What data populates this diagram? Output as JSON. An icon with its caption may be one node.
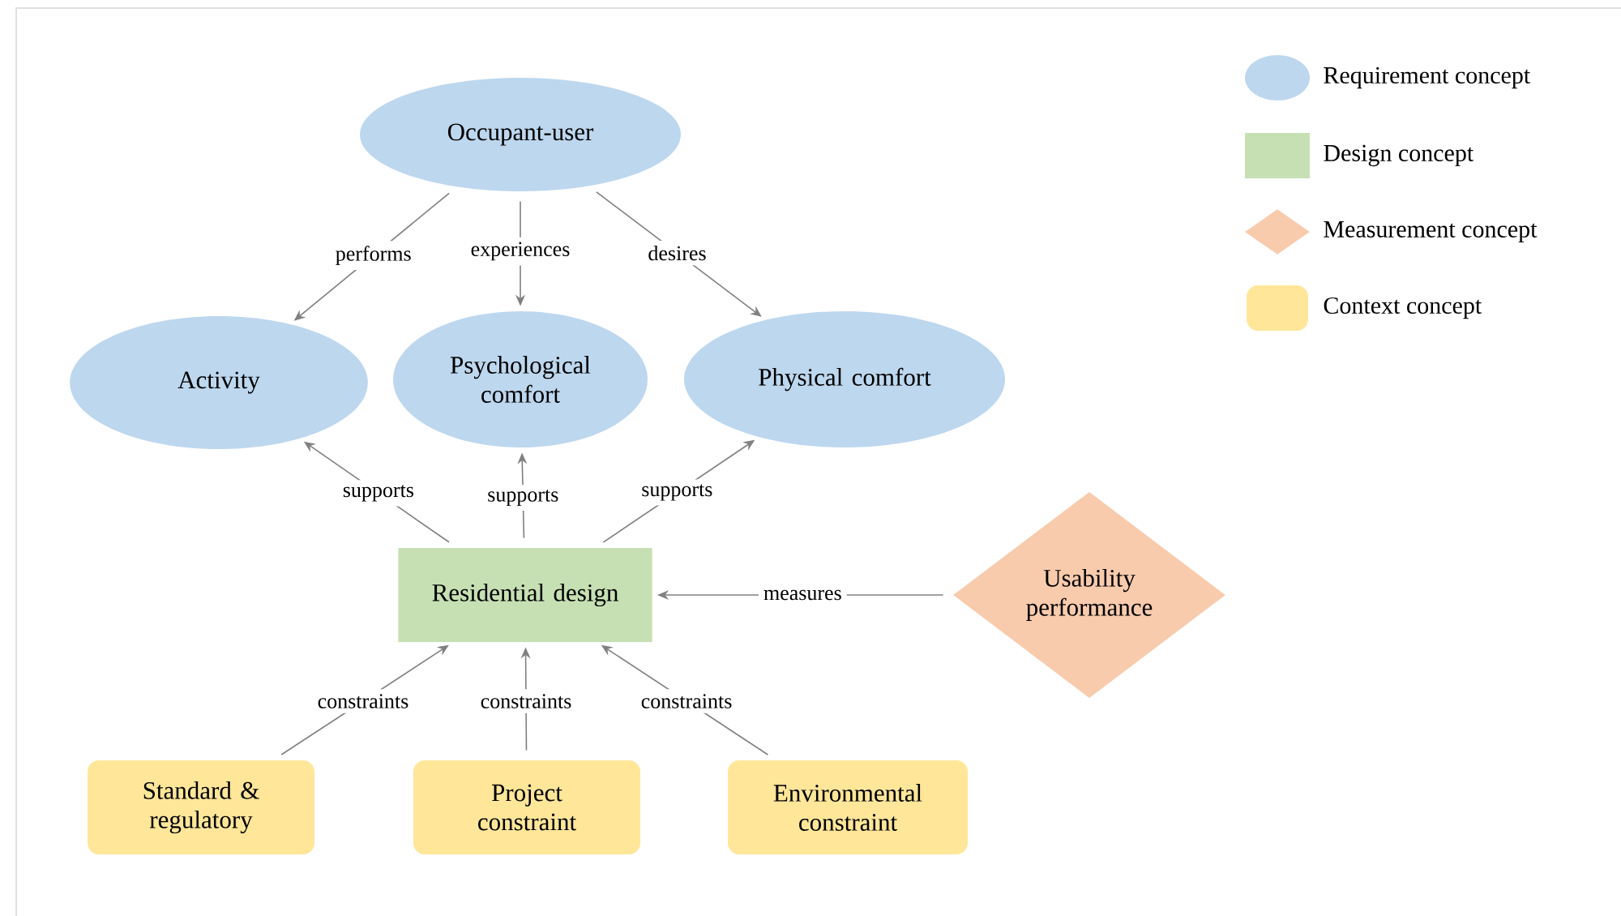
{
  "diagram": {
    "nodes": [
      {
        "text": [
          "Occupant-user"
        ]
      },
      {
        "text": [
          "Activity"
        ]
      },
      {
        "text": [
          "Psychological comfort"
        ]
      },
      {
        "text": [
          "Physical comfort"
        ]
      },
      {
        "text": [
          "Residential design"
        ]
      },
      {
        "text": [
          "Usability performance"
        ]
      },
      {
        "text": [
          "Standard & regulatory"
        ]
      },
      {
        "text": [
          "Project constraint"
        ]
      },
      {
        "text": [
          "Environmental constraint"
        ]
      }
    ],
    "edges": [
      {
        "from": 0,
        "to": 1,
        "arrow": "to",
        "label": "performs"
      },
      {
        "from": 0,
        "to": 2,
        "arrow": "to",
        "label": "experiences"
      },
      {
        "from": 0,
        "to": 3,
        "arrow": "to",
        "label": "desires"
      },
      {
        "from": 4,
        "to": 1,
        "arrow": "to",
        "label": "supports"
      },
      {
        "from": 4,
        "to": 2,
        "arrow": "to",
        "label": "supports"
      },
      {
        "from": 4,
        "to": 3,
        "arrow": "to",
        "label": "supports"
      },
      {
        "from": 5,
        "to": 4,
        "arrow": "to",
        "label": "measures"
      },
      {
        "from": 6,
        "to": 4,
        "arrow": "to",
        "label": "constraints"
      },
      {
        "from": 7,
        "to": 4,
        "arrow": "to",
        "label": "constraints"
      },
      {
        "from": 8,
        "to": 4,
        "arrow": "to",
        "label": "constraints"
      }
    ],
    "legend": [
      {
        "text": "Requirement concept",
        "color": "#bdd7ee"
      },
      {
        "text": "Design concept",
        "color": "#c6e0b4"
      },
      {
        "text": "Measurement concept",
        "color": "#f8cbad"
      },
      {
        "text": "Context concept",
        "color": "#ffe699"
      }
    ]
  }
}
